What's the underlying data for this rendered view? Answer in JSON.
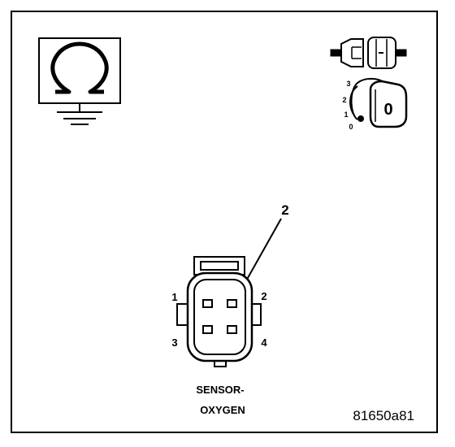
{
  "diagram": {
    "callout_number": "2",
    "pin_labels": {
      "pin1": "1",
      "pin2": "2",
      "pin3": "3",
      "pin4": "4"
    },
    "connector_label_line1": "SENSOR-",
    "connector_label_line2": "OXYGEN",
    "figure_id": "81650a81",
    "ignition_positions": {
      "p0": "0",
      "p1": "1",
      "p2": "2",
      "p3": "3"
    },
    "ignition_key_letter": "0"
  },
  "icons": [
    "ohmmeter-ground-icon",
    "disconnect-connector-icon",
    "ignition-off-icon"
  ]
}
